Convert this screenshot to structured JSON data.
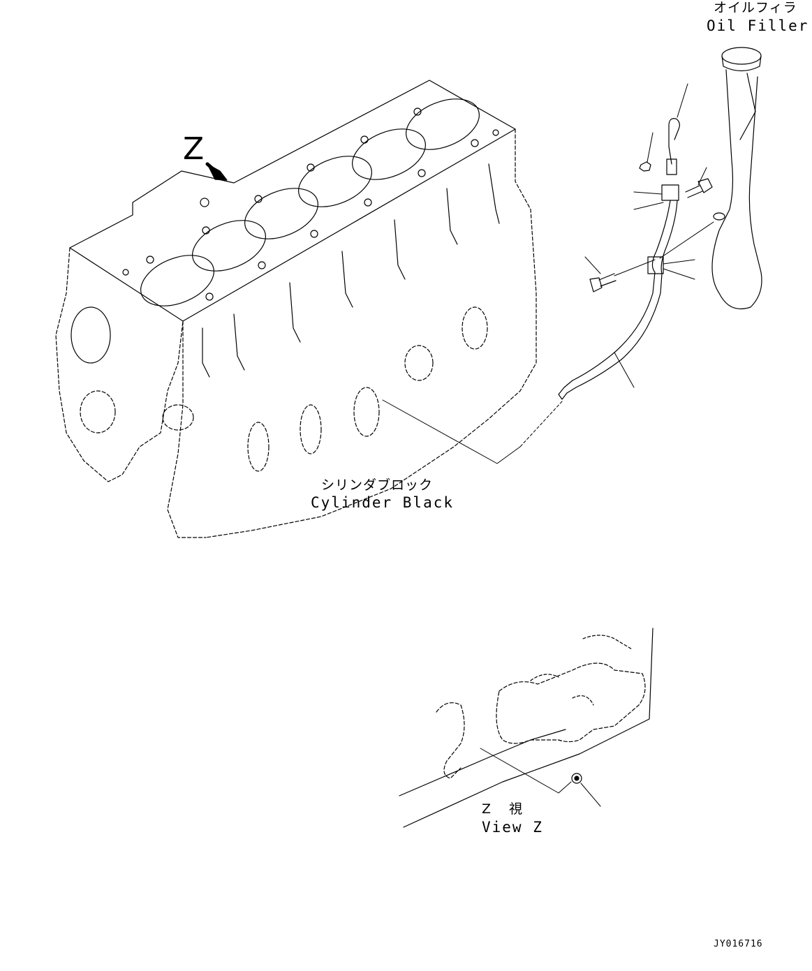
{
  "labels": {
    "oil_filler_jp": "オイルフィラ",
    "oil_filler_en": "Oil Filler",
    "cylinder_block_jp": "シリンダブロック",
    "cylinder_block_en": "Cylinder Black",
    "view_z_jp": "Z 視",
    "view_z_en": "View Z",
    "view_marker": "Z",
    "drawing_id": "JY016716"
  }
}
